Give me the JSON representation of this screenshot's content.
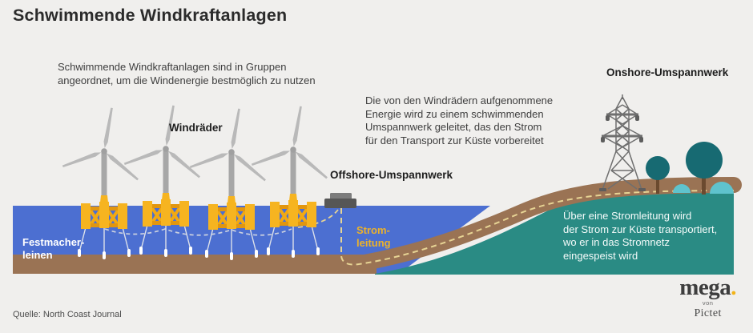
{
  "title": "Schwimmende Windkraftanlagen",
  "source": "Quelle: North Coast Journal",
  "annotations": {
    "group_note": "Schwimmende Windkraftanlagen sind in Gruppen\nangeordnet, um die Windenergie bestmöglich zu nutzen",
    "substation_note": "Die von den Windrädern aufgenommene\nEnergie wird zu einem schwimmenden\nUmspannwerk geleitet, das den Strom\nfür den Transport zur Küste vorbereitet",
    "grid_note": "Über eine Stromleitung wird\nder Strom zur Küste transportiert,\nwo er in das Stromnetz\neingespeist wird"
  },
  "labels": {
    "wind_turbines": "Windräder",
    "offshore_substation": "Offshore-Umspannwerk",
    "onshore_substation": "Onshore-Umspannwerk",
    "power_line": "Strom-\nleitung",
    "mooring_lines": "Festmacher-\nleinen"
  },
  "logo": {
    "name": "mega",
    "dot": ".",
    "prefix": "von",
    "brand": "Pictet"
  },
  "colors": {
    "background": "#f0efed",
    "water": "#4c6fd1",
    "seabed_brown": "#9a7354",
    "land_teal": "#2a8b84",
    "tree_dark_teal": "#176a72",
    "bush_light_teal": "#5fc3cd",
    "platform_yellow": "#f6b420",
    "cable_yellow_dashed": "#e7d494",
    "cable_gray_dashed": "#cbd1df",
    "label_gold": "#ecb22a",
    "logo_dot_yellow": "#f2b318",
    "structure_gray": "#6f6f6f"
  }
}
